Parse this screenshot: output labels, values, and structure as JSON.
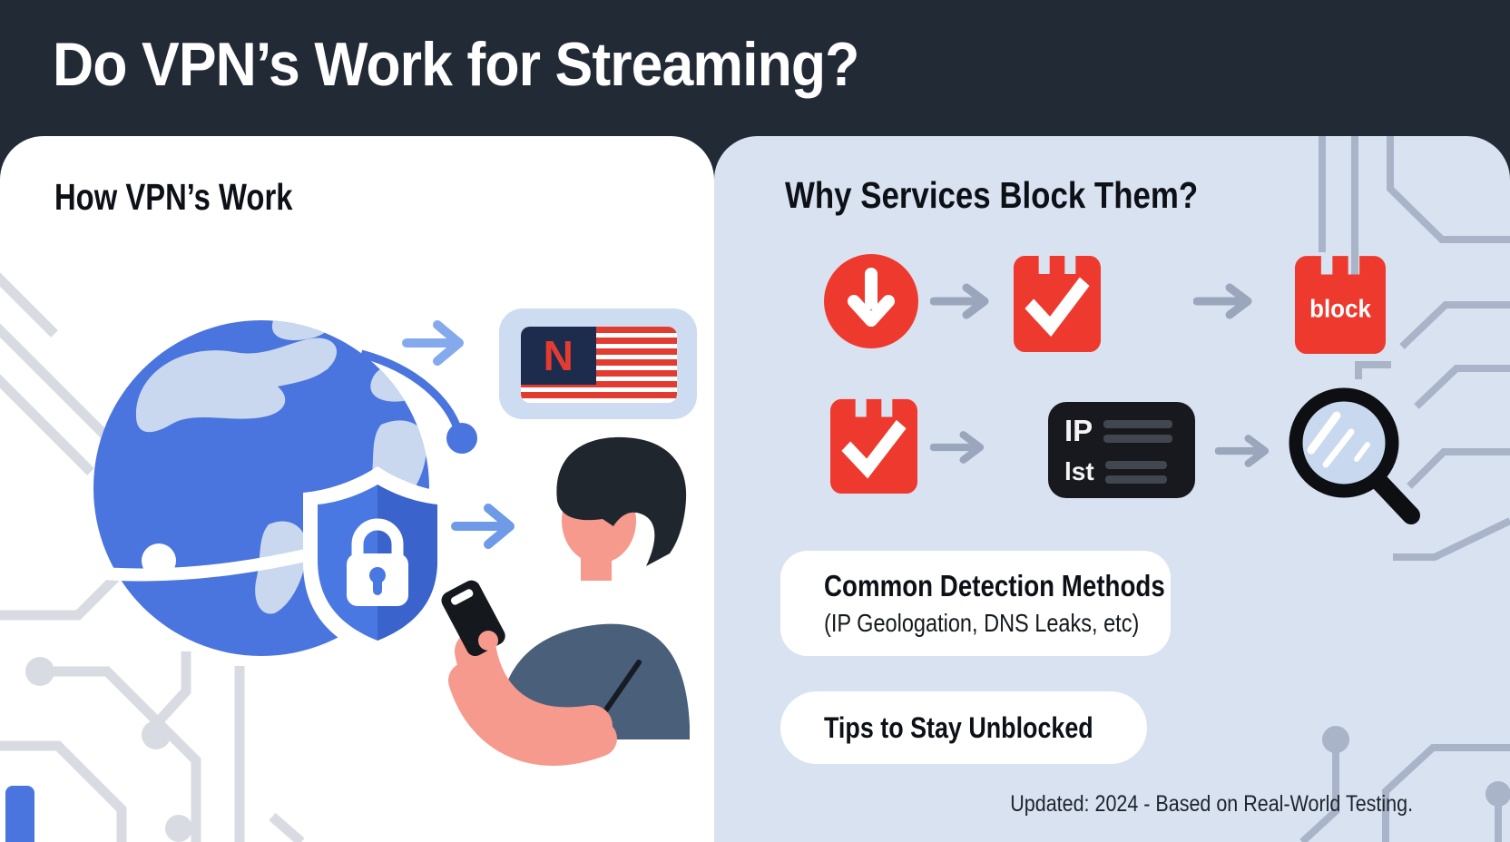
{
  "header": {
    "title": "Do VPN’s Work for Streaming?"
  },
  "left_panel": {
    "heading": "How VPN’s Work",
    "streaming_card_letter": "N",
    "icons": [
      "circuit-pattern-left",
      "globe-icon",
      "orbit-path",
      "streaming-service-flag-card",
      "arrow-right-icon",
      "shield-lock-icon",
      "person-with-phone"
    ]
  },
  "right_panel": {
    "heading": "Why Services Block Them?",
    "flow_row_1": {
      "icons": [
        "vpn-download-circle-icon",
        "arrow-right-icon",
        "vpn-detected-ticket-icon",
        "arrow-right-icon",
        "block-ticket-icon"
      ],
      "block_label": "block"
    },
    "flow_row_2": {
      "icons": [
        "vpn-detected-ticket-icon",
        "arrow-right-icon",
        "ip-list-icon",
        "arrow-right-icon",
        "magnifier-icon"
      ],
      "ip_row1_label": "IP",
      "ip_row2_label": "lst"
    },
    "detection_box": {
      "title": "Common Detection Methods",
      "subtitle": "(IP Geologation, DNS Leaks, etc)"
    },
    "tips_box": {
      "label": "Tips to Stay Unblocked"
    },
    "footer_note": "Updated: 2024 - Based on Real-World Testing."
  },
  "colors": {
    "header_bg": "#222a35",
    "panel_left_bg": "#ffffff",
    "panel_right_bg": "#d9e2f0",
    "accent_red": "#ee3a2e",
    "globe_blue": "#4a74de",
    "trace_gray": "#a9b4c9",
    "dark_box": "#17191e"
  }
}
